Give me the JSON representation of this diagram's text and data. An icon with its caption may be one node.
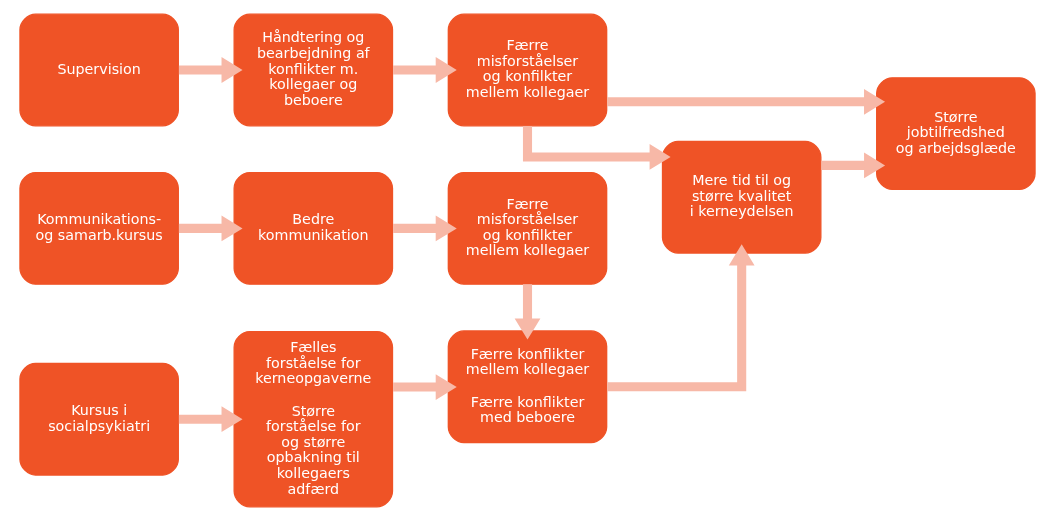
{
  "diagram": {
    "nodes": [
      {
        "text": [
          "Kursus i socialpsykiatri"
        ]
      },
      {
        "text": [
          "Fælles forståelse for kerneopgaverne",
          "Større forståelse for og større opbakning til kollegaers adfærd"
        ]
      },
      {
        "text": [
          "Færre konflikter mellem kollegaer",
          "Færre konflikter med beboere"
        ]
      },
      {
        "text": [
          "Mere tid til og større kvalitet i kerneydelsen"
        ]
      },
      {
        "text": [
          "Større jobtilfredshed og arbejdsglæde"
        ]
      },
      {
        "text": [
          "Kommunikations- og samarb.kursus"
        ]
      },
      {
        "text": [
          "Bedre kommunikation"
        ]
      },
      {
        "text": [
          "Færre misforståelser og konfilkter mellem kollegaer"
        ]
      },
      {
        "text": [
          "Supervision"
        ]
      },
      {
        "text": [
          "Håndtering og bearbejdning af konflikter m. kollegaer og beboere"
        ]
      },
      {
        "text": [
          "Færre misforståelser og konfilkter mellem kollegaer"
        ]
      }
    ],
    "edges": [
      {
        "from": 0,
        "to": 1,
        "arrow": "to"
      },
      {
        "from": 1,
        "to": 2,
        "arrow": "to"
      },
      {
        "from": 2,
        "to": 3,
        "arrow": "to"
      },
      {
        "from": 3,
        "to": 4,
        "arrow": "to"
      },
      {
        "from": 5,
        "to": 6,
        "arrow": "to"
      },
      {
        "from": 6,
        "to": 7,
        "arrow": "to"
      },
      {
        "from": 7,
        "to": 2,
        "arrow": "to"
      },
      {
        "from": 8,
        "to": 9,
        "arrow": "to"
      },
      {
        "from": 9,
        "to": 10,
        "arrow": "to"
      },
      {
        "from": 10,
        "to": 3,
        "arrow": "to"
      },
      {
        "from": 10,
        "to": 4,
        "arrow": "to"
      }
    ]
  }
}
